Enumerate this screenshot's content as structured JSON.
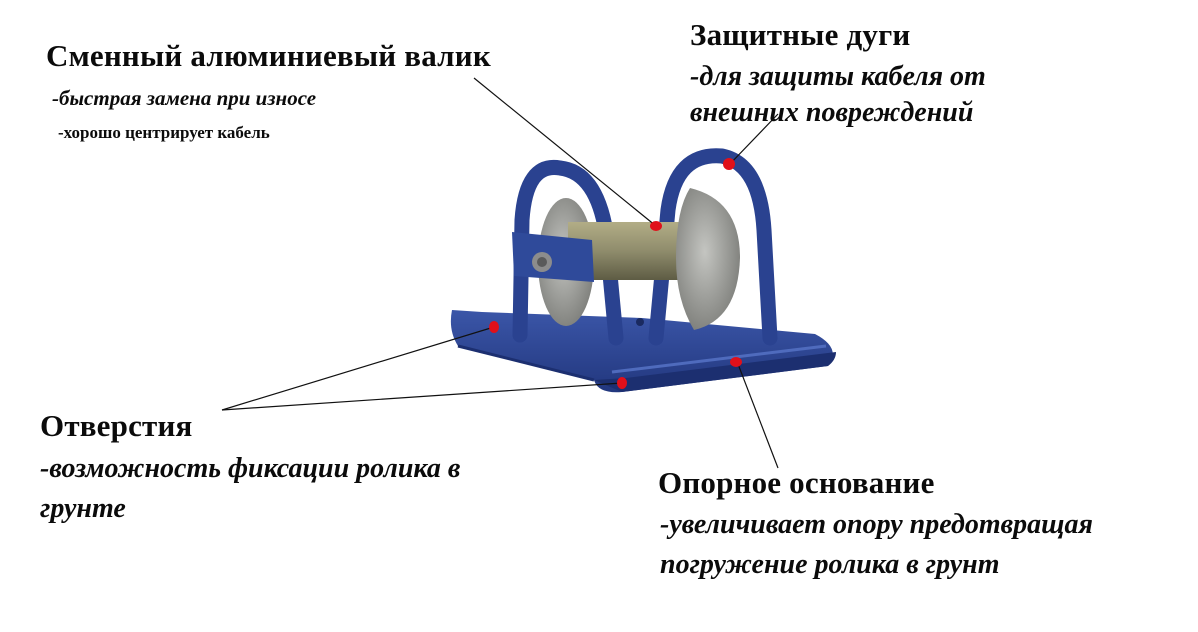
{
  "callouts": {
    "roller": {
      "title": "Сменный алюминиевый валик",
      "line1": "-быстрая замена при износе",
      "line2": "-хорошо центрирует кабель"
    },
    "arcs": {
      "title": "Защитные дуги",
      "line1": "-для защиты кабеля от",
      "line2": "внешних повреждений"
    },
    "holes": {
      "title": "Отверстия",
      "line1": "-возможность фиксации ролика в",
      "line2": "грунте"
    },
    "base": {
      "title": "Опорное основание",
      "line1": "-увеличивает опору предотвращая",
      "line2": "погружение ролика в грунт"
    }
  },
  "colors": {
    "frame": "#283f8c",
    "frame_dark": "#17275e",
    "roller": "#9fa09c",
    "axle": "#8d8a70",
    "marker": "#e0101a",
    "leader": "#111111"
  }
}
